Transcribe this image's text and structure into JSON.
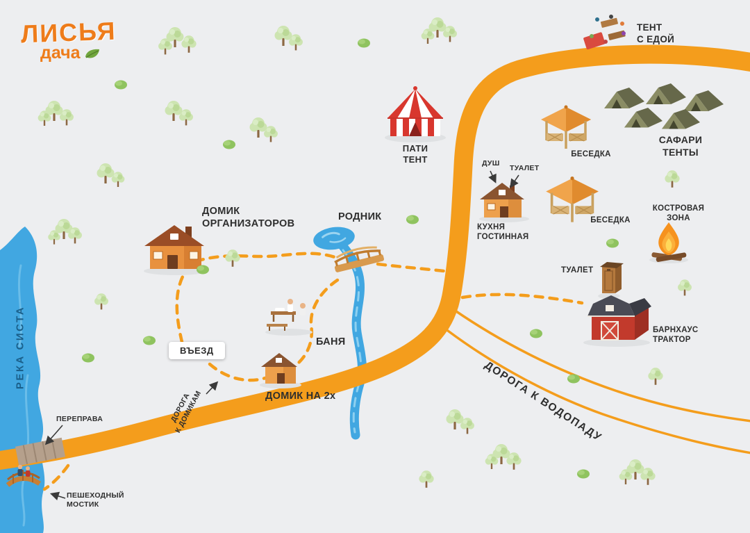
{
  "logo": {
    "title": "ЛИСЬЯ",
    "subtitle": "дача"
  },
  "river": {
    "label": "РЕКА СИСТА"
  },
  "locations": {
    "food_tent": {
      "label": "ТЕНТ\nС ЕДОЙ"
    },
    "party_tent": {
      "label": "ПАТИ\nТЕНТ"
    },
    "safari_tents": {
      "label": "САФАРИ\nТЕНТЫ"
    },
    "gazebo_1": {
      "label": "БЕСЕДКА"
    },
    "gazebo_2": {
      "label": "БЕСЕДКА"
    },
    "shower": {
      "label": "ДУШ"
    },
    "toilet_north": {
      "label": "ТУАЛЕТ"
    },
    "kitchen": {
      "label": "КУХНЯ\nГОСТИННАЯ"
    },
    "fire_zone": {
      "label": "КОСТРОВАЯ\nЗОНА"
    },
    "toilet_south": {
      "label": "ТУАЛЕТ"
    },
    "barnhouse": {
      "label": "БАРНХАУС\nТРАКТОР"
    },
    "org_house": {
      "label": "ДОМИК\nОРГАНИЗАТОРОВ"
    },
    "spring": {
      "label": "РОДНИК"
    },
    "banya": {
      "label": "БАНЯ"
    },
    "house_for_2": {
      "label": "ДОМИК НА 2х"
    },
    "entrance": {
      "label": "ВЪЕЗД"
    },
    "crossing": {
      "label": "ПЕРЕПРАВА"
    },
    "footbridge": {
      "label": "ПЕШЕХОДНЫЙ\nМОСТИК"
    }
  },
  "roads": {
    "to_houses": {
      "label": "ДОРОГА\nК ДОМИКАМ"
    },
    "to_waterfall": {
      "label": "ДОРОГА К ВОДОПАДУ"
    }
  },
  "colors": {
    "background": "#edeef0",
    "road": "#f49d1c",
    "river": "#41a7e1",
    "logo_orange": "#ee7c1a",
    "leaf_green": "#71a63e",
    "label_text": "#2e2e2e",
    "river_text": "#1a5f8a"
  },
  "decor": {
    "trees": [
      [
        252,
        40,
        1
      ],
      [
        272,
        52,
        0.85
      ],
      [
        238,
        56,
        0.8
      ],
      [
        408,
        38,
        1
      ],
      [
        426,
        50,
        0.8
      ],
      [
        630,
        26,
        1
      ],
      [
        648,
        38,
        0.8
      ],
      [
        616,
        42,
        0.75
      ],
      [
        78,
        146,
        1
      ],
      [
        96,
        158,
        0.8
      ],
      [
        64,
        160,
        0.75
      ],
      [
        250,
        146,
        1
      ],
      [
        268,
        158,
        0.8
      ],
      [
        372,
        170,
        1
      ],
      [
        390,
        182,
        0.8
      ],
      [
        152,
        236,
        1
      ],
      [
        170,
        248,
        0.75
      ],
      [
        92,
        316,
        1
      ],
      [
        108,
        328,
        0.8
      ],
      [
        78,
        332,
        0.7
      ],
      [
        335,
        360,
        0.85
      ],
      [
        146,
        423,
        0.8
      ],
      [
        968,
        246,
        0.85
      ],
      [
        986,
        403,
        0.8
      ],
      [
        944,
        530,
        0.85
      ],
      [
        655,
        590,
        1
      ],
      [
        673,
        602,
        0.8
      ],
      [
        722,
        640,
        1
      ],
      [
        740,
        652,
        0.85
      ],
      [
        708,
        654,
        0.75
      ],
      [
        915,
        662,
        1
      ],
      [
        933,
        674,
        0.85
      ],
      [
        901,
        676,
        0.75
      ],
      [
        614,
        678,
        0.85
      ]
    ],
    "bushes": [
      [
        524,
        62,
        1
      ],
      [
        174,
        122,
        1
      ],
      [
        330,
        208,
        1
      ],
      [
        292,
        388,
        1
      ],
      [
        215,
        490,
        1
      ],
      [
        127,
        515,
        1
      ],
      [
        594,
        316,
        1
      ],
      [
        882,
        350,
        1
      ],
      [
        772,
        480,
        1
      ],
      [
        826,
        545,
        1
      ],
      [
        840,
        682,
        1
      ]
    ]
  }
}
